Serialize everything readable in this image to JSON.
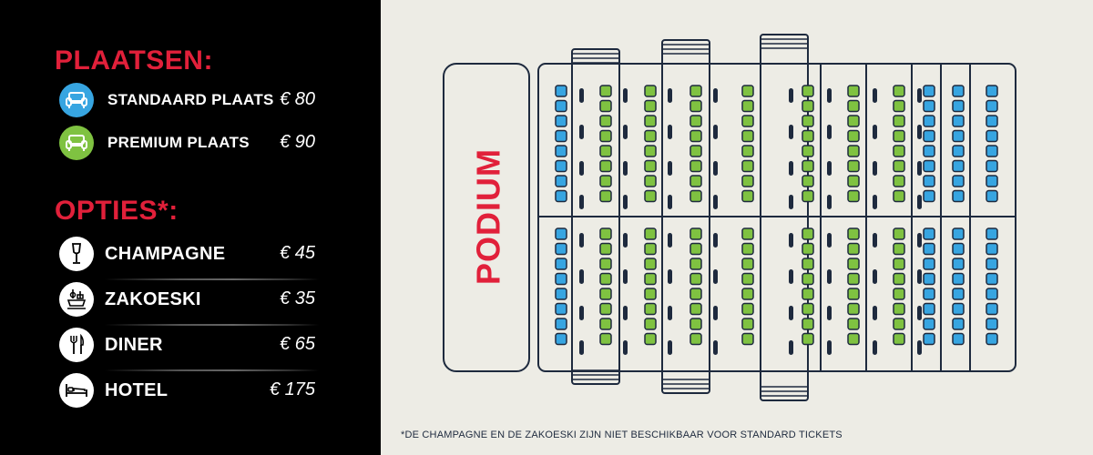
{
  "plaatsen": {
    "title": "PLAATSEN:",
    "items": [
      {
        "label": "STANDAARD PLAATS",
        "price": "€ 80",
        "icon": "sofa-icon",
        "color": "#37a5e1"
      },
      {
        "label": "PREMIUM PLAATS",
        "price": "€ 90",
        "icon": "sofa-icon",
        "color": "#7fc241"
      }
    ]
  },
  "opties": {
    "title": "OPTIES*:",
    "items": [
      {
        "label": "CHAMPAGNE",
        "price": "€ 45",
        "icon": "champagne-glass-icon"
      },
      {
        "label": "ZAKOESKI",
        "price": "€ 35",
        "icon": "zakoeski-icon"
      },
      {
        "label": "DINER",
        "price": "€ 65",
        "icon": "fork-knife-icon"
      },
      {
        "label": "HOTEL",
        "price": "€ 175",
        "icon": "bed-icon"
      }
    ]
  },
  "floorplan": {
    "stage_label": "PODIUM",
    "colors": {
      "standard": "#37a5e1",
      "premium": "#7fc241",
      "outline": "#1e2a3e",
      "stage_text": "#e1203a"
    }
  },
  "footnote": "*DE CHAMPAGNE EN DE ZAKOESKI ZIJN NIET BESCHIKBAAR VOOR STANDARD TICKETS"
}
